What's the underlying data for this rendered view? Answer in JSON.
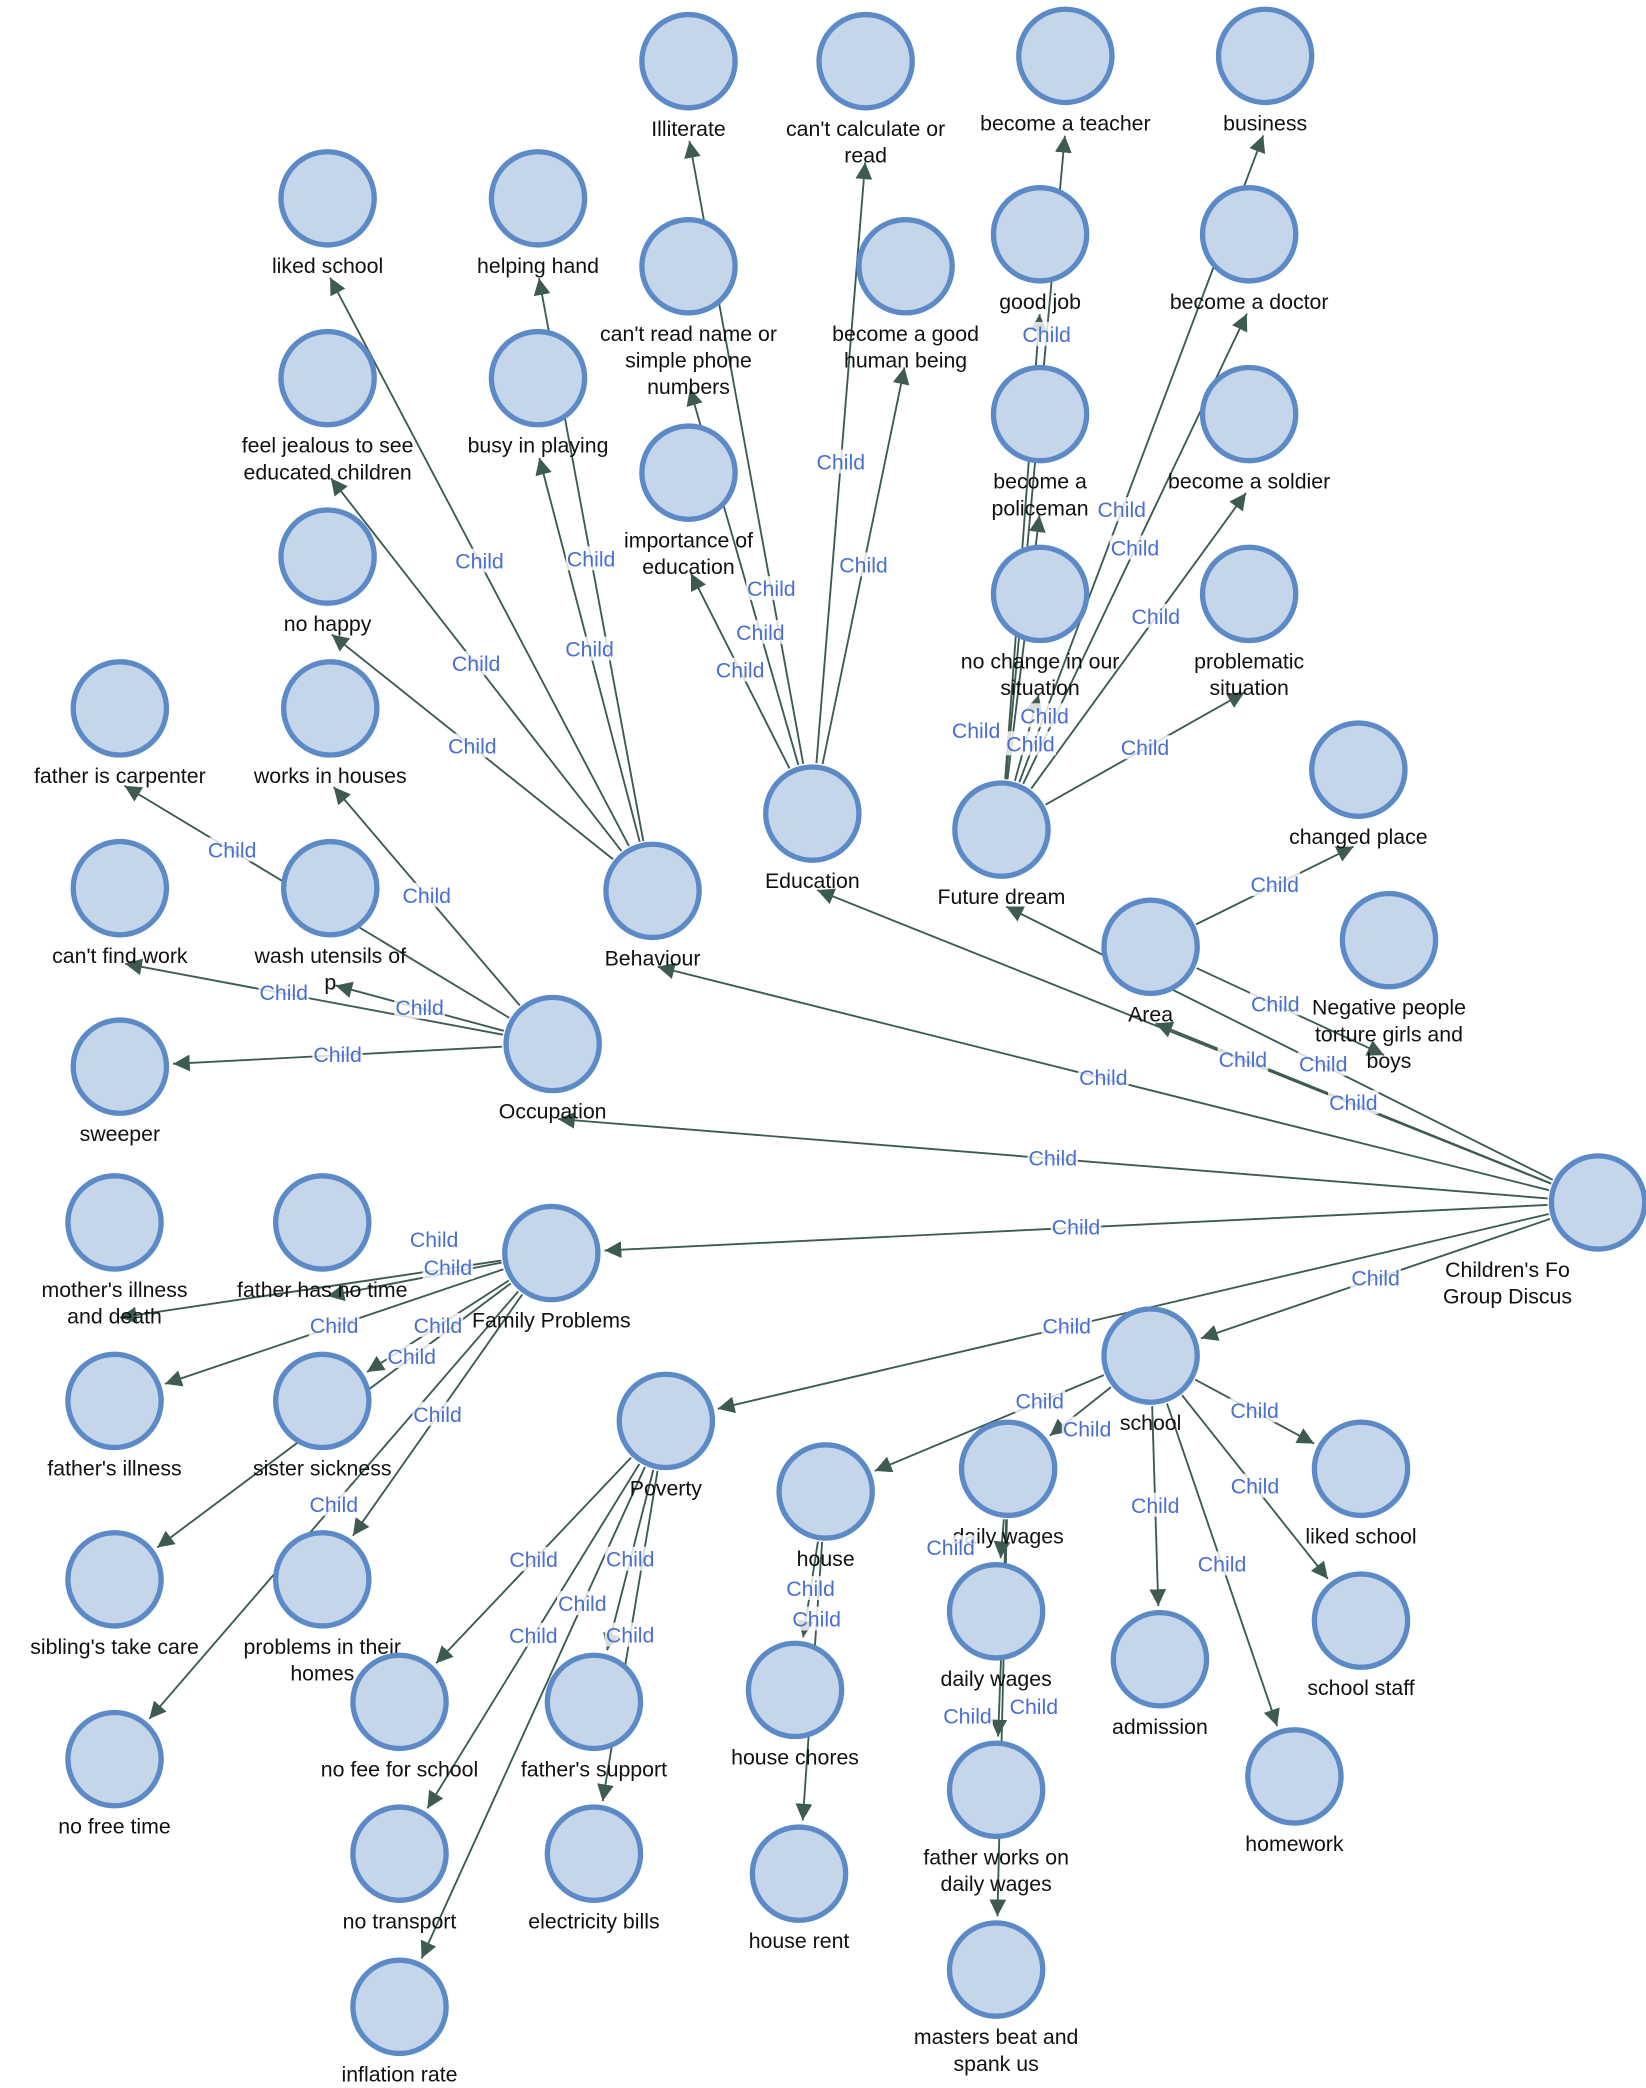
{
  "colors": {
    "node_fill": "#c5d5ea",
    "node_stroke": "#5b8ac6",
    "edge": "#3d5b52",
    "edge_label": "#4a6fd0"
  },
  "edge_label": "Child",
  "nodes": [
    {
      "id": "root",
      "label": [
        "Children's Fo",
        "Group Discus"
      ]
    },
    {
      "id": "edu",
      "label": [
        "Education"
      ],
      "parent": "root"
    },
    {
      "id": "fut",
      "label": [
        "Future dream"
      ],
      "parent": "root"
    },
    {
      "id": "area",
      "label": [
        "Area"
      ],
      "parent": "root"
    },
    {
      "id": "beh",
      "label": [
        "Behaviour"
      ],
      "parent": "root"
    },
    {
      "id": "occ",
      "label": [
        "Occupation"
      ],
      "parent": "root"
    },
    {
      "id": "fam",
      "label": [
        "Family Problems"
      ],
      "parent": "root"
    },
    {
      "id": "pov",
      "label": [
        "Poverty"
      ],
      "parent": "root"
    },
    {
      "id": "sch",
      "label": [
        "school"
      ],
      "parent": "root"
    },
    {
      "id": "e1",
      "label": [
        "Illiterate"
      ],
      "parent": "edu"
    },
    {
      "id": "e2",
      "label": [
        "can't calculate or",
        "read"
      ],
      "parent": "edu"
    },
    {
      "id": "e3",
      "label": [
        "can't read name or",
        "simple phone",
        "numbers"
      ],
      "parent": "edu"
    },
    {
      "id": "e4",
      "label": [
        "become a good",
        "human being"
      ],
      "parent": "edu"
    },
    {
      "id": "e5",
      "label": [
        "importance of",
        "education"
      ],
      "parent": "edu"
    },
    {
      "id": "f1",
      "label": [
        "become a teacher"
      ],
      "parent": "fut"
    },
    {
      "id": "f2",
      "label": [
        "business"
      ],
      "parent": "fut"
    },
    {
      "id": "f3",
      "label": [
        "good job"
      ],
      "parent": "fut"
    },
    {
      "id": "f4",
      "label": [
        "become a doctor"
      ],
      "parent": "fut"
    },
    {
      "id": "f5",
      "label": [
        "become a",
        "policeman"
      ],
      "parent": "fut"
    },
    {
      "id": "f6",
      "label": [
        "become a soldier"
      ],
      "parent": "fut"
    },
    {
      "id": "f7",
      "label": [
        "no change in our",
        "situation"
      ],
      "parent": "fut"
    },
    {
      "id": "f8",
      "label": [
        "problematic",
        "situation"
      ],
      "parent": "fut"
    },
    {
      "id": "a1",
      "label": [
        "changed  place"
      ],
      "parent": "area"
    },
    {
      "id": "a2",
      "label": [
        "Negative people",
        "torture girls and",
        "boys"
      ],
      "parent": "area"
    },
    {
      "id": "b1",
      "label": [
        "liked school"
      ],
      "parent": "beh"
    },
    {
      "id": "b2",
      "label": [
        "helping hand"
      ],
      "parent": "beh"
    },
    {
      "id": "b3",
      "label": [
        "feel jealous to see",
        "educated children"
      ],
      "parent": "beh"
    },
    {
      "id": "b4",
      "label": [
        "busy in playing"
      ],
      "parent": "beh"
    },
    {
      "id": "b5",
      "label": [
        "no happy"
      ],
      "parent": "beh"
    },
    {
      "id": "o0",
      "label": [
        "works in houses"
      ],
      "parent": "occ"
    },
    {
      "id": "o1",
      "label": [
        "father is carpenter"
      ],
      "parent": "occ"
    },
    {
      "id": "o2",
      "label": [
        "can't find work"
      ],
      "parent": "occ"
    },
    {
      "id": "o3",
      "label": [
        "wash utensils of",
        "p"
      ],
      "parent": "occ"
    },
    {
      "id": "o4",
      "label": [
        "sweeper"
      ],
      "parent": "occ"
    },
    {
      "id": "p1",
      "label": [
        "mother's illness",
        "and death"
      ],
      "parent": "fam"
    },
    {
      "id": "p2",
      "label": [
        "father has no time"
      ],
      "parent": "fam"
    },
    {
      "id": "p3",
      "label": [
        "father's illness"
      ],
      "parent": "fam"
    },
    {
      "id": "p4",
      "label": [
        "sister sickness"
      ],
      "parent": "fam"
    },
    {
      "id": "p5",
      "label": [
        "sibling's take care"
      ],
      "parent": "fam"
    },
    {
      "id": "p6",
      "label": [
        "problems in their",
        "homes"
      ],
      "parent": "fam"
    },
    {
      "id": "p7",
      "label": [
        "no free time"
      ],
      "parent": "fam"
    },
    {
      "id": "v1",
      "label": [
        "no fee for school"
      ],
      "parent": "pov"
    },
    {
      "id": "v2",
      "label": [
        "father's support"
      ],
      "parent": "pov"
    },
    {
      "id": "v3",
      "label": [
        "no transport"
      ],
      "parent": "pov"
    },
    {
      "id": "v4",
      "label": [
        "electricity bills"
      ],
      "parent": "pov"
    },
    {
      "id": "v5",
      "label": [
        "inflation rate"
      ],
      "parent": "pov"
    },
    {
      "id": "s1",
      "label": [
        "house"
      ],
      "parent": "sch"
    },
    {
      "id": "s2",
      "label": [
        "daily wages"
      ],
      "parent": "sch"
    },
    {
      "id": "s3",
      "label": [
        "liked school"
      ],
      "parent": "sch"
    },
    {
      "id": "s4",
      "label": [
        "admission"
      ],
      "parent": "sch"
    },
    {
      "id": "s5",
      "label": [
        "school staff"
      ],
      "parent": "sch"
    },
    {
      "id": "s6",
      "label": [
        "homework"
      ],
      "parent": "sch"
    },
    {
      "id": "h1",
      "label": [
        "house chores"
      ],
      "parent": "s1"
    },
    {
      "id": "h2",
      "label": [
        "house rent"
      ],
      "parent": "s1"
    },
    {
      "id": "d1",
      "label": [
        "daily wages"
      ],
      "parent": "s2"
    },
    {
      "id": "d2",
      "label": [
        "father works on",
        "daily wages"
      ],
      "parent": "s2"
    },
    {
      "id": "d3",
      "label": [
        "masters beat and",
        "spank us"
      ],
      "parent": "s2"
    }
  ]
}
